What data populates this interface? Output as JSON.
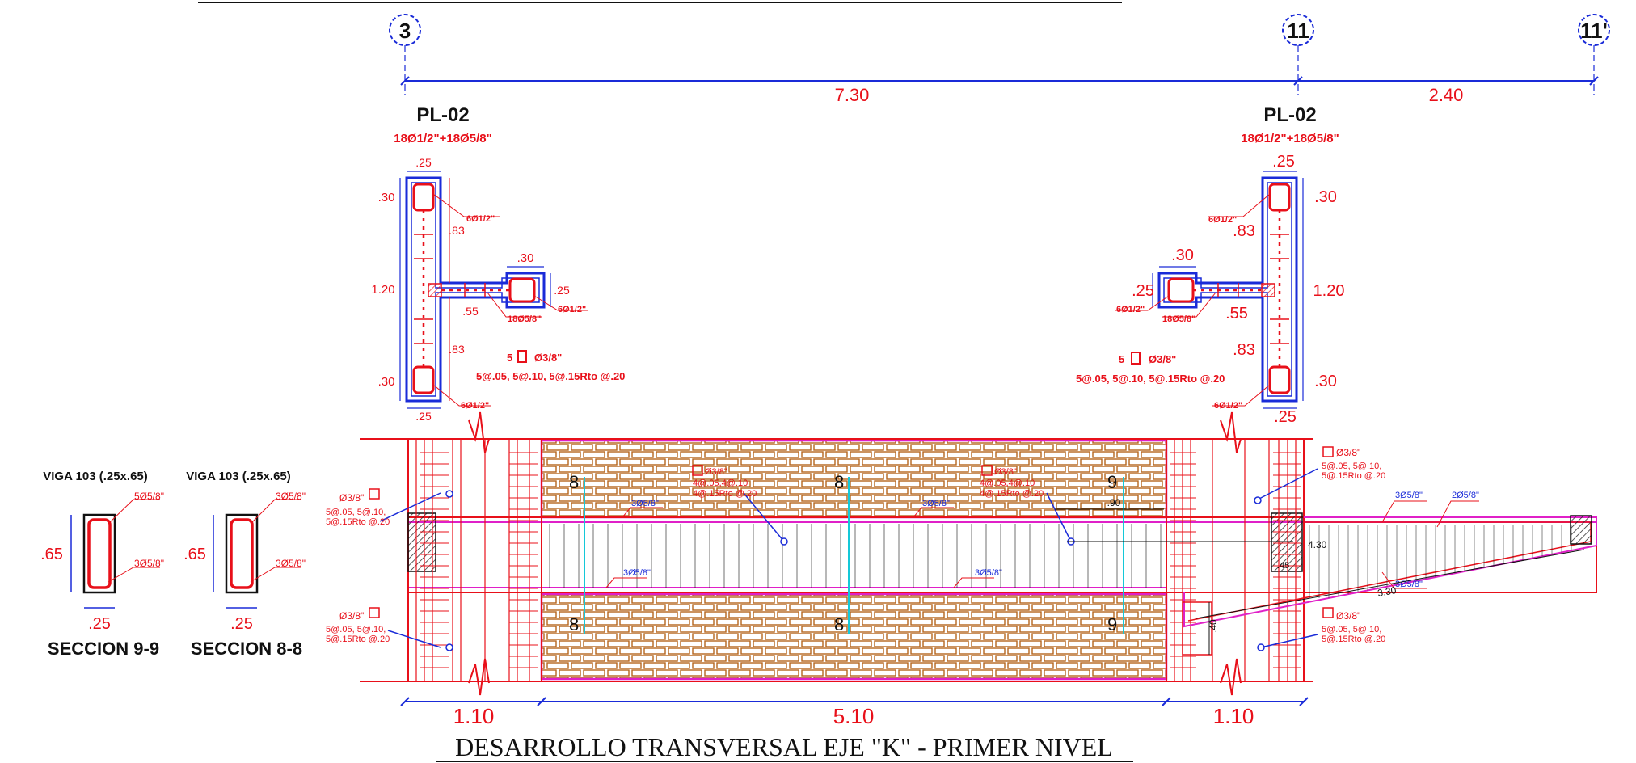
{
  "axes": [
    "3",
    "11",
    "11'"
  ],
  "top_dims": [
    "7.30",
    "2.40"
  ],
  "columns": {
    "left": {
      "name": "PL-02",
      "rebar": "18Ø1/2\"+18Ø5/8\"",
      "dims": {
        "top_width": ".25",
        "top_flange": ".30",
        "web_upper": ".83",
        "height": "1.20",
        "web_lower": ".83",
        "bottom_flange": ".30",
        "bottom_width": ".25",
        "stem_len": ".55",
        "stem_w": ".30",
        "stem_h": ".25"
      },
      "labels": {
        "bar_top": "6Ø1/2\"",
        "bar_mid": "18Ø5/8\"",
        "bar_stem": "6Ø1/2\"",
        "bar_bottom": "6Ø1/2\""
      },
      "stirrup_count": "5",
      "stirrup_dia": "Ø3/8\"",
      "stirrup_spacing": "5@.05, 5@.10, 5@.15Rto @.20"
    },
    "right": {
      "name": "PL-02",
      "rebar": "18Ø1/2\"+18Ø5/8\"",
      "dims": {
        "top_width": ".25",
        "top_flange": ".30",
        "web_upper": ".83",
        "height": "1.20",
        "web_lower": ".83",
        "bottom_flange": ".30",
        "bottom_width": ".25",
        "stem_len": ".55",
        "stem_w": ".30",
        "stem_h": ".25"
      },
      "labels": {
        "bar_top": "6Ø1/2\"",
        "bar_mid": "18Ø5/8\"",
        "bar_stem": "6Ø1/2\"",
        "bar_bottom": "6Ø1/2\""
      },
      "stirrup_count": "5",
      "stirrup_dia": "Ø3/8\"",
      "stirrup_spacing": "5@.05, 5@.10, 5@.15Rto @.20"
    }
  },
  "sections": [
    {
      "title": "VIGA 103 (.25x.65)",
      "height": ".65",
      "width": ".25",
      "top_bars": "5Ø5/8\"",
      "bottom_bars": "3Ø5/8\"",
      "caption": "SECCION 9-9"
    },
    {
      "title": "VIGA 103 (.25x.65)",
      "height": ".65",
      "width": ".25",
      "top_bars": "3Ø5/8\"",
      "bottom_bars": "3Ø5/8\"",
      "caption": "SECCION 8-8"
    }
  ],
  "elevation": {
    "stirrup_dia": "Ø3/8\"",
    "stirrup_line1": "5@.05, 5@.10,",
    "stirrup_line2": "5@.15Rto @.20",
    "beam_stirrup1": "4@.05,4@.10",
    "beam_stirrup2": "4@.15Rto @.20",
    "beam_top_bars": "3Ø5/8\"",
    "beam_bottom_bars": "3Ø5/8\"",
    "cant_top_bars1": "3Ø5/8\"",
    "cant_top_bars2": "2Ø5/8\"",
    "cant_bottom_bars": "3Ø5/8\"",
    "cut_labels": [
      "8",
      "8",
      "9",
      "8",
      "8",
      "9"
    ],
    "dim_90": ".90",
    "dim_430": "4.30",
    "dim_45": ".45",
    "dim_330": "3.30",
    "dim_40": ".40"
  },
  "bottom_dims": [
    "1.10",
    "5.10",
    "1.10"
  ],
  "title": "DESARROLLO TRANSVERSAL EJE \"K\" -  PRIMER  NIVEL"
}
